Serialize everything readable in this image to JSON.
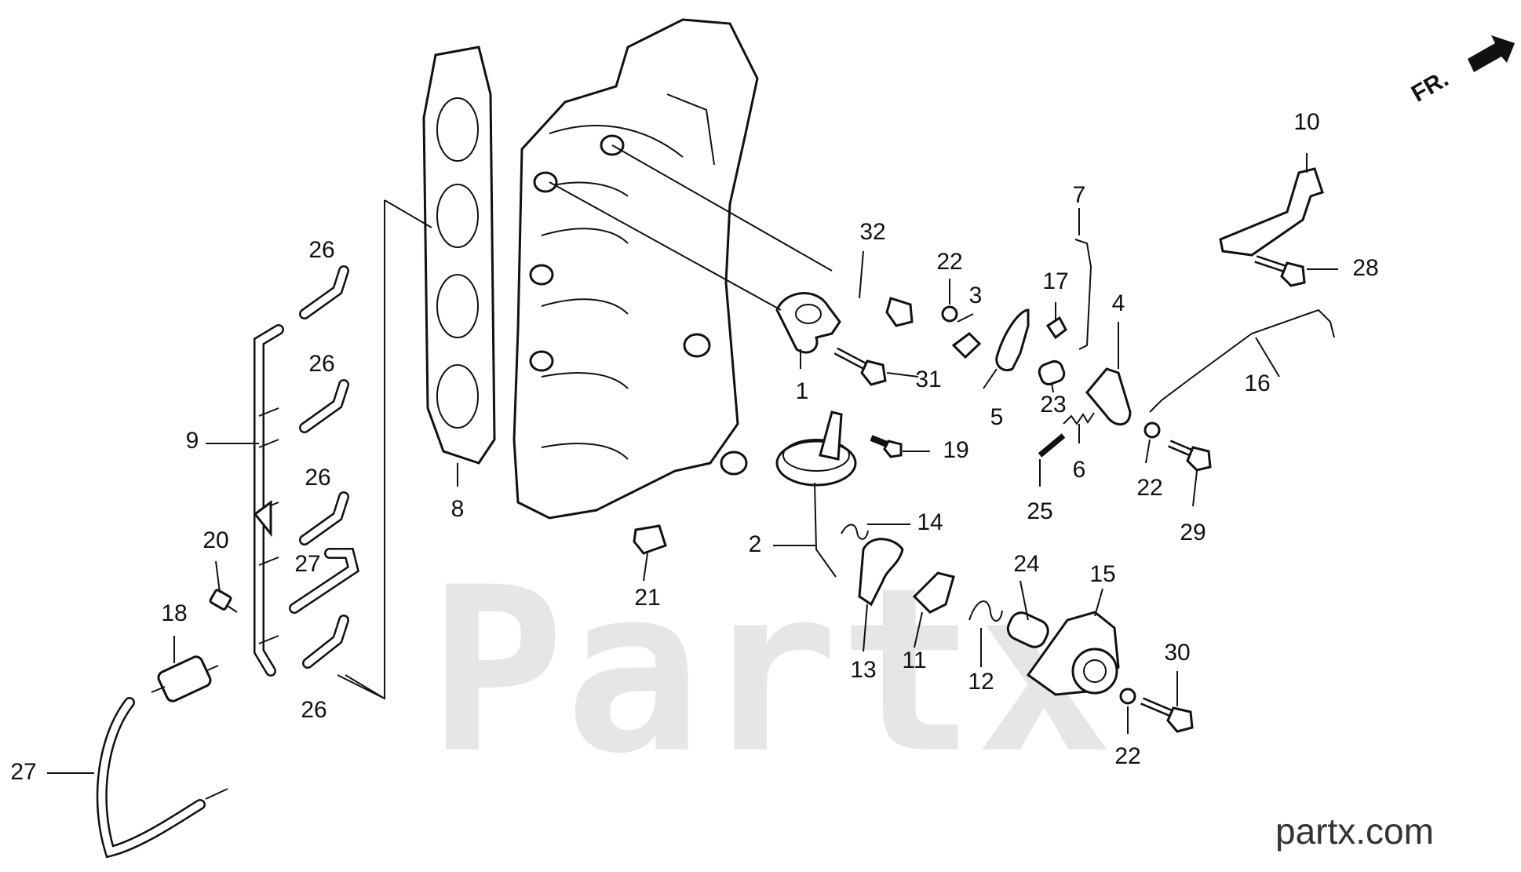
{
  "watermark": "Partx",
  "site": "partx.com",
  "direction": "FR.",
  "callouts": [
    {
      "id": "c1",
      "text": "1"
    },
    {
      "id": "c2",
      "text": "2"
    },
    {
      "id": "c3",
      "text": "3"
    },
    {
      "id": "c4",
      "text": "4"
    },
    {
      "id": "c5",
      "text": "5"
    },
    {
      "id": "c6",
      "text": "6"
    },
    {
      "id": "c7",
      "text": "7"
    },
    {
      "id": "c8",
      "text": "8"
    },
    {
      "id": "c9",
      "text": "9"
    },
    {
      "id": "c10",
      "text": "10"
    },
    {
      "id": "c11",
      "text": "11"
    },
    {
      "id": "c12",
      "text": "12"
    },
    {
      "id": "c13",
      "text": "13"
    },
    {
      "id": "c14",
      "text": "14"
    },
    {
      "id": "c15",
      "text": "15"
    },
    {
      "id": "c16",
      "text": "16"
    },
    {
      "id": "c17",
      "text": "17"
    },
    {
      "id": "c18",
      "text": "18"
    },
    {
      "id": "c19",
      "text": "19"
    },
    {
      "id": "c20",
      "text": "20"
    },
    {
      "id": "c21",
      "text": "21"
    },
    {
      "id": "c22a",
      "text": "22"
    },
    {
      "id": "c22b",
      "text": "22"
    },
    {
      "id": "c22c",
      "text": "22"
    },
    {
      "id": "c23",
      "text": "23"
    },
    {
      "id": "c24",
      "text": "24"
    },
    {
      "id": "c25",
      "text": "25"
    },
    {
      "id": "c26a",
      "text": "26"
    },
    {
      "id": "c26b",
      "text": "26"
    },
    {
      "id": "c26c",
      "text": "26"
    },
    {
      "id": "c26d",
      "text": "26"
    },
    {
      "id": "c27a",
      "text": "27"
    },
    {
      "id": "c27b",
      "text": "27"
    },
    {
      "id": "c28",
      "text": "28"
    },
    {
      "id": "c29",
      "text": "29"
    },
    {
      "id": "c30",
      "text": "30"
    },
    {
      "id": "c31",
      "text": "31"
    },
    {
      "id": "c32",
      "text": "32"
    }
  ]
}
